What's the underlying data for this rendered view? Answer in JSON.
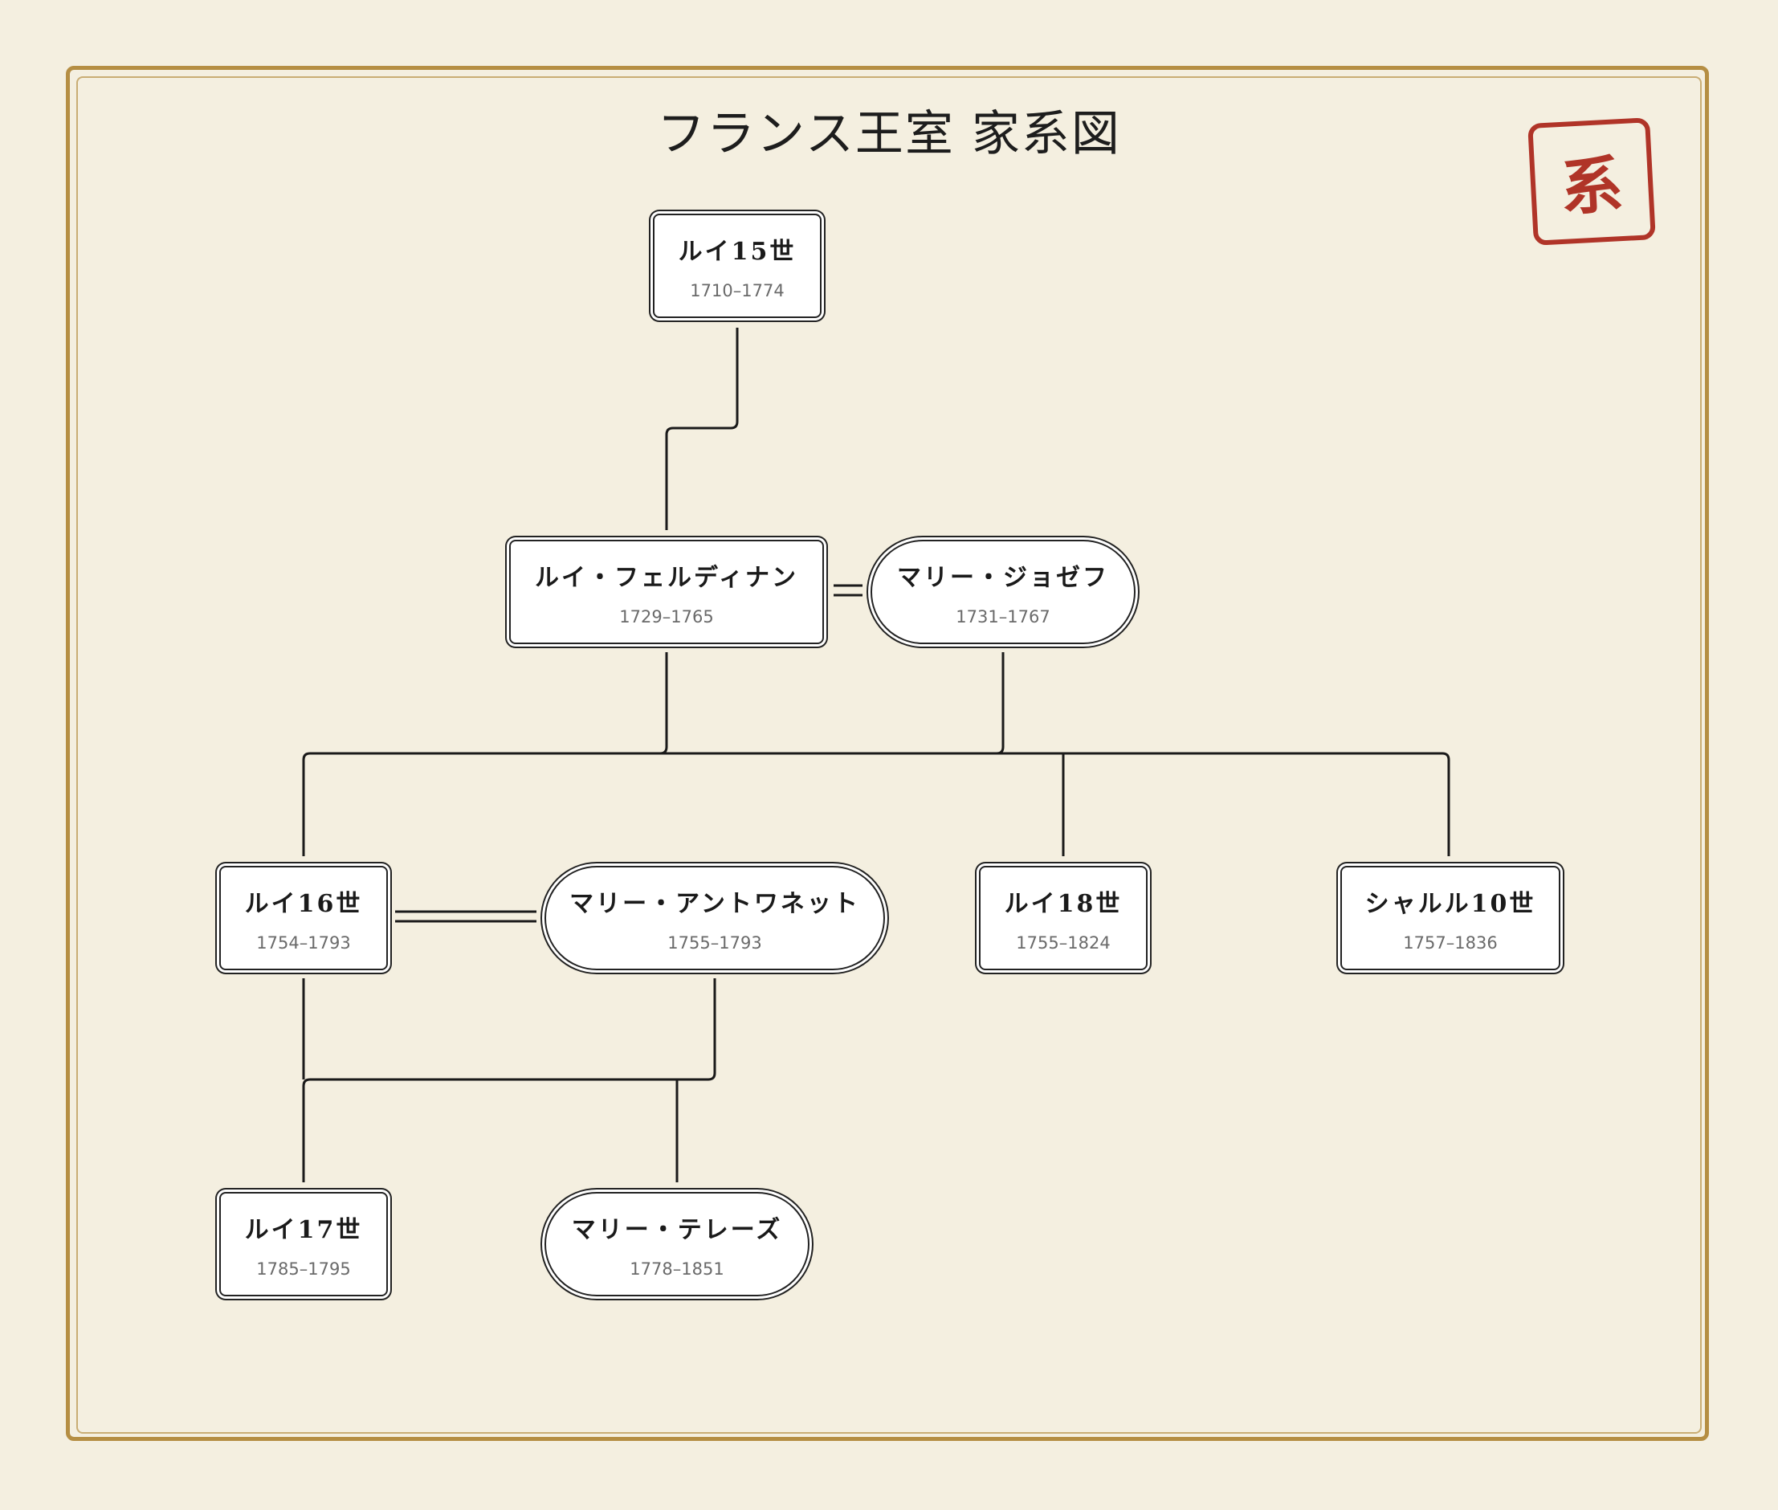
{
  "title": "フランス王室 家系図",
  "seal": "系",
  "colors": {
    "background": "#f4efe0",
    "frame": "#b58e43",
    "seal": "#b03428",
    "line": "#1a1a1a"
  },
  "people": {
    "louis15": {
      "name": "ルイ15世",
      "years": "1710–1774"
    },
    "louis_ferdinand": {
      "name": "ルイ・フェルディナン",
      "years": "1729–1765"
    },
    "marie_josephe": {
      "name": "マリー・ジョゼフ",
      "years": "1731–1767"
    },
    "louis16": {
      "name": "ルイ16世",
      "years": "1754–1793"
    },
    "marie_antoinette": {
      "name": "マリー・アントワネット",
      "years": "1755–1793"
    },
    "louis18": {
      "name": "ルイ18世",
      "years": "1755–1824"
    },
    "charles10": {
      "name": "シャルル10世",
      "years": "1757–1836"
    },
    "louis17": {
      "name": "ルイ17世",
      "years": "1785–1795"
    },
    "marie_therese": {
      "name": "マリー・テレーズ",
      "years": "1778–1851"
    }
  },
  "relations": {
    "marriages": [
      [
        "louis_ferdinand",
        "marie_josephe"
      ],
      [
        "louis16",
        "marie_antoinette"
      ]
    ],
    "parent_child": [
      [
        "louis15",
        "louis_ferdinand"
      ],
      [
        "louis_ferdinand",
        "louis16"
      ],
      [
        "louis_ferdinand",
        "louis18"
      ],
      [
        "louis_ferdinand",
        "charles10"
      ],
      [
        "louis16",
        "louis17"
      ],
      [
        "louis16",
        "marie_therese"
      ]
    ]
  }
}
